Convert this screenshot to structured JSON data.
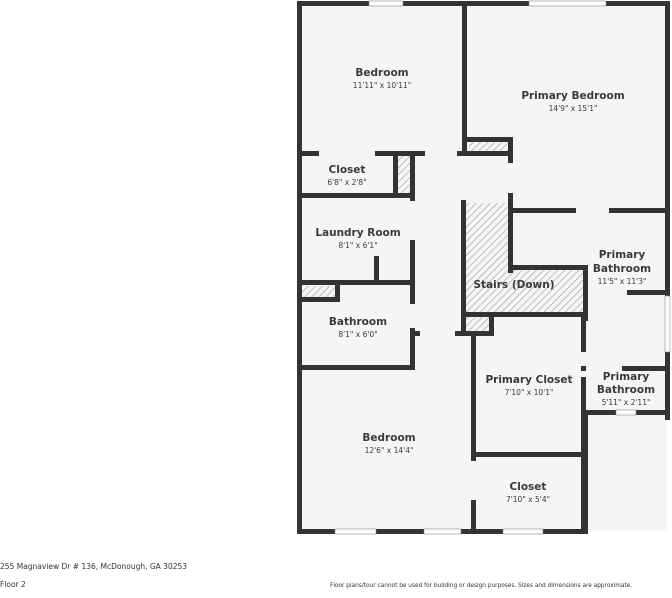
{
  "colors": {
    "wall": "#333333",
    "floor": "#f5f5f5",
    "hatch": "#9a9a9a",
    "text": "#3a3a3a",
    "window": "#ffffff"
  },
  "rooms": [
    {
      "id": "bedroom-1",
      "label": "Bedroom",
      "dims": "11'11\" x 10'11\""
    },
    {
      "id": "primary-bedroom",
      "label": "Primary Bedroom",
      "dims": "14'9\" x 15'1\""
    },
    {
      "id": "closet-1",
      "label": "Closet",
      "dims": "6'8\" x 2'8\""
    },
    {
      "id": "laundry-room",
      "label": "Laundry Room",
      "dims": "8'1\" x 6'1\""
    },
    {
      "id": "primary-bathroom-1",
      "label_line1": "Primary",
      "label_line2": "Bathroom",
      "dims": "11'5\" x 11'3\""
    },
    {
      "id": "stairs",
      "label": "Stairs (Down)"
    },
    {
      "id": "bathroom",
      "label": "Bathroom",
      "dims": "8'1\" x 6'0\""
    },
    {
      "id": "primary-closet",
      "label": "Primary Closet",
      "dims": "7'10\" x 10'1\""
    },
    {
      "id": "primary-bathroom-2",
      "label_line1": "Primary",
      "label_line2": "Bathroom",
      "dims": "5'11\" x 2'11\""
    },
    {
      "id": "bedroom-2",
      "label": "Bedroom",
      "dims": "12'6\" x 14'4\""
    },
    {
      "id": "closet-2",
      "label": "Closet",
      "dims": "7'10\" x 5'4\""
    }
  ],
  "footer": {
    "address": "255 Magnaview Dr # 136, McDonough, GA 30253",
    "floor": "Floor 2",
    "disclaimer": "Floor plans/tour cannot be used for building or design purposes. Sizes and dimensions are approximate."
  }
}
